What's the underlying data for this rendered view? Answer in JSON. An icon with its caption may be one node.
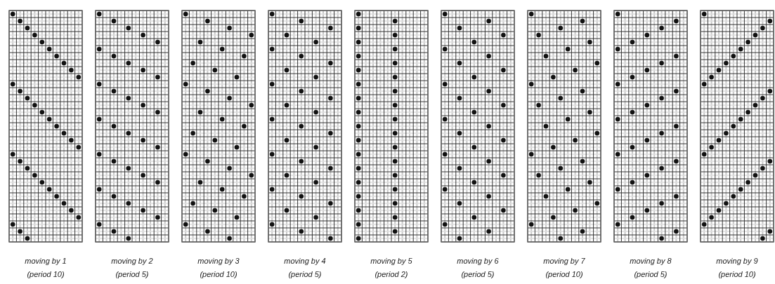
{
  "diagram": {
    "labels": [
      "moving by 1 (period 10)",
      "moving by 2 (period 5)",
      "moving by 3 (period 10)",
      "moving by 4 (period 5)",
      "moving by 5 (period 2)",
      "moving by 6 (period 5)",
      "moving by 7 (period 10)",
      "moving by 8 (period 5)",
      "moving by 9 (period 10)"
    ]
  }
}
